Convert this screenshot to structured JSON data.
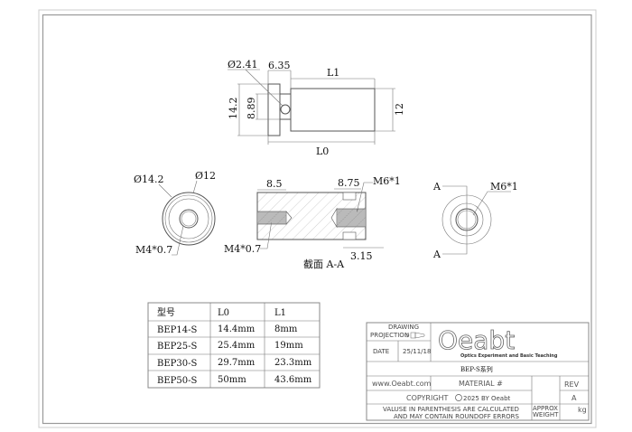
{
  "top_view": {
    "dia_hole": "Ø2.41",
    "flange_len": "6.35",
    "l1": "L1",
    "l0": "L0",
    "dia_flange": "14.2",
    "dia_neck": "8.89",
    "dia_body": "12"
  },
  "front_view": {
    "outer_dia": "Ø14.2",
    "inner_dia": "Ø12",
    "thread": "M4*0.7"
  },
  "section_view": {
    "left_depth": "8.5",
    "right_depth": "8.75",
    "right_thread": "M6*1",
    "left_thread": "M4*0.7",
    "groove": "3.15",
    "caption": "截面 A-A"
  },
  "right_view": {
    "section_mark_top": "A",
    "section_mark_bottom": "A",
    "thread": "M6*1"
  },
  "parts_table": {
    "headers": [
      "型号",
      "L0",
      "L1"
    ],
    "rows": [
      [
        "BEP14-S",
        "14.4mm",
        "8mm"
      ],
      [
        "BEP25-S",
        "25.4mm",
        "19mm"
      ],
      [
        "BEP30-S",
        "29.7mm",
        "23.3mm"
      ],
      [
        "BEP50-S",
        "50mm",
        "43.6mm"
      ]
    ]
  },
  "title_block": {
    "drawing_label": "DRAWING",
    "projection_label": "PROJECTION",
    "date_label": "DATE",
    "date": "25/11/18",
    "logo_text": "Oeabt",
    "logo_tagline": "Optics Experiment and Basic Teaching",
    "series": "BEP-S系列",
    "website": "www.Oeabt.com",
    "material": "MATERIAL #",
    "rev_label": "REV",
    "rev": "A",
    "copyright": "COPYRIGHT",
    "copyright_by": "2025 BY Oeabt",
    "note_line1": "VALUSE IN PARENTHESIS ARE CALCULATED",
    "note_line2": "AND MAY CONTAIN ROUNDOFF ERRORS",
    "approx_label": "APPROX",
    "weight_label": "WEIGHT",
    "weight_unit": "kg"
  }
}
